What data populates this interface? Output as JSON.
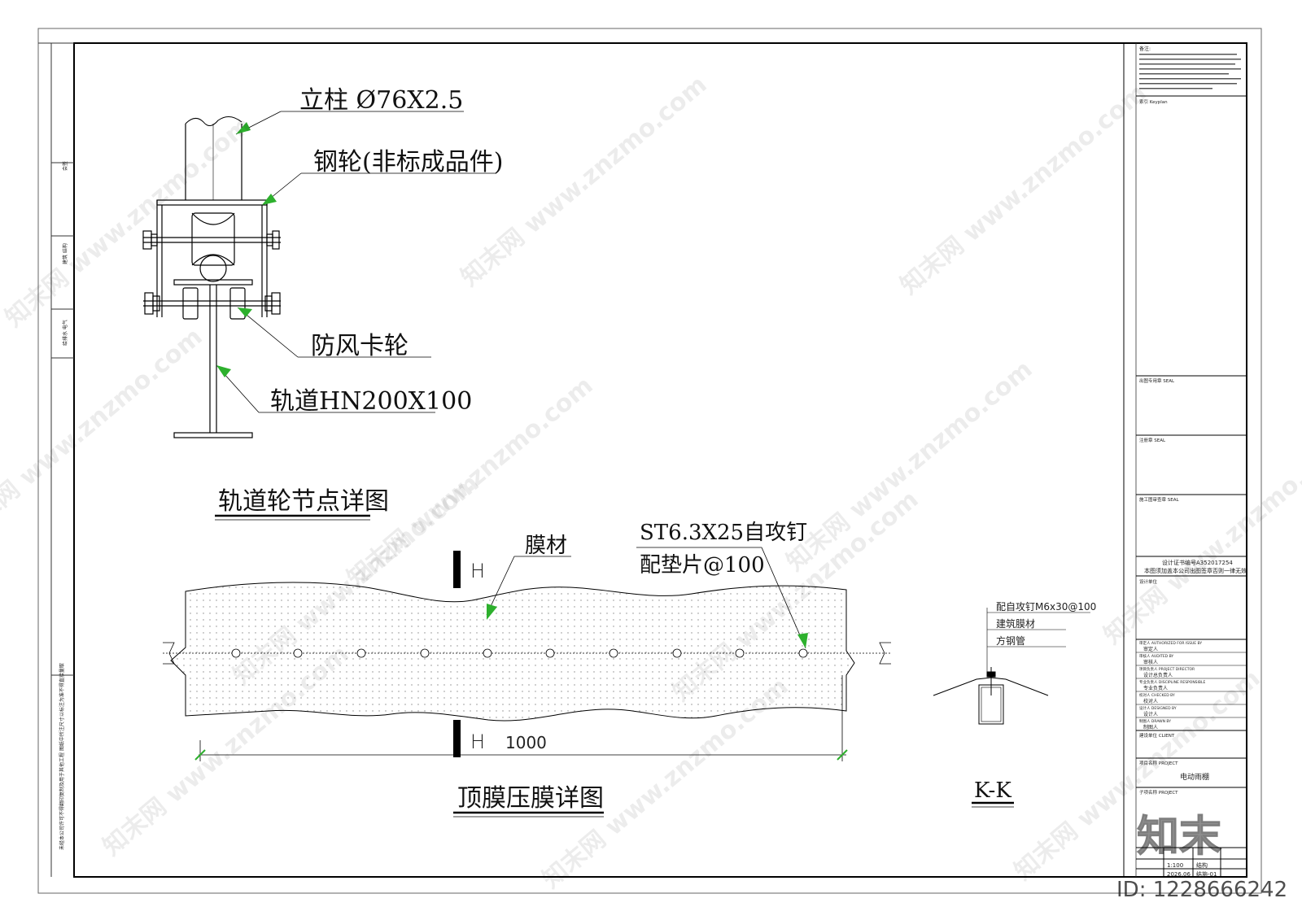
{
  "node_detail": {
    "label_column": "立柱 Ø76X2.5",
    "label_steel_wheel": "钢轮(非标成品件)",
    "label_wind_wheel": "防风卡轮",
    "label_track": "轨道HN200X100",
    "title": "轨道轮节点详图"
  },
  "membrane_detail": {
    "label_membrane": "膜材",
    "label_screw_1": "ST6.3X25自攻钉",
    "label_screw_2": "配垫片@100",
    "section_mark_top": "H",
    "section_mark_bottom": "H",
    "dimension": "1000",
    "title": "顶膜压膜详图"
  },
  "section_kk": {
    "label_screw": "配自攻钉M6x30@100",
    "label_membrane": "建筑膜材",
    "label_tube": "方钢管",
    "title": "K-K"
  },
  "title_block": {
    "notes_header": "备注:",
    "keyplan": "索引 Keyplan",
    "seal_1": "出图专用章 SEAL",
    "seal_2": "注册章 SEAL",
    "seal_3": "施工图审查章 SEAL",
    "cert_1": "设计证书编号A352017254",
    "cert_2": "本图须加盖本公司出图签章",
    "cert_3": "否则一律无效",
    "design_unit": "设计单位",
    "rows": [
      {
        "k": "审定人 AUTHORIZED FOR ISSUE BY",
        "v": "审定人"
      },
      {
        "k": "审核人 AUDITED BY",
        "v": "审核人"
      },
      {
        "k": "项目负责人 PROJECT DIRECTOR",
        "v": "设计总负责人"
      },
      {
        "k": "专业负责人 DISCIPLINE RESPONSIBLE",
        "v": "专业负责人"
      },
      {
        "k": "校对人 CHECKED BY",
        "v": "校对人"
      },
      {
        "k": "设计人 DESIGNED BY",
        "v": "设计人"
      },
      {
        "k": "制图人 DRAWN BY",
        "v": "制图人"
      }
    ],
    "client": "建设单位 CLIENT",
    "project_label": "项目名称 PROJECT",
    "project_name": "电动雨棚",
    "subproject_label": "子项名称 PROJECT",
    "scale": "1:100",
    "date": "2026.06",
    "sheet_no": "结施-01",
    "discipline": "结构"
  },
  "left_strip": {
    "text": "未经本公司许可不得翻印复制及用于其他工程 图纸中所注尺寸以标注为准不得直接量取"
  },
  "watermark": {
    "brand": "知末网 www.znzmo.com",
    "logo": "知末",
    "id_text": "ID: 1228666242"
  }
}
